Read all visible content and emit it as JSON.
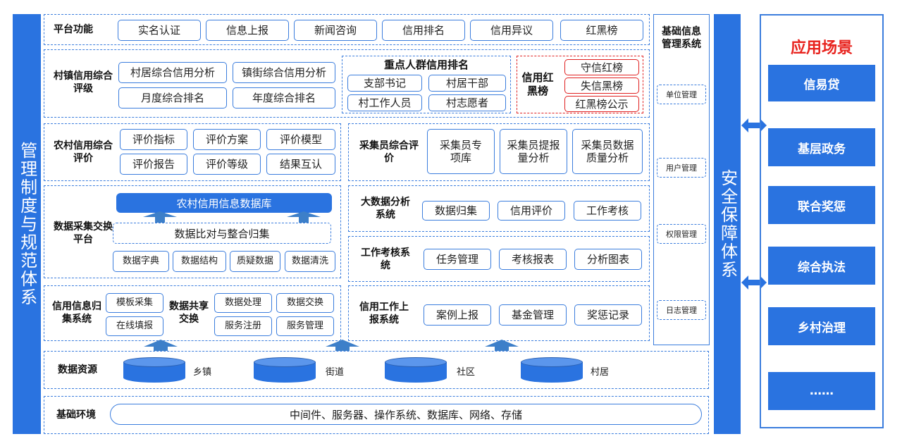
{
  "left_bar": "管理制度与规范体系",
  "security_bar": "安全保障体系",
  "base_info": {
    "title": "基础信息管理系统",
    "items": [
      "单位管理",
      "用户管理",
      "权限管理",
      "日志管理"
    ]
  },
  "scenes": {
    "title": "应用场景",
    "items": [
      "信易贷",
      "基层政务",
      "联合奖惩",
      "综合执法",
      "乡村治理",
      "……"
    ]
  },
  "platform": {
    "label": "平台功能",
    "items": [
      "实名认证",
      "信息上报",
      "新闻咨询",
      "信用排名",
      "信用异议",
      "红黑榜"
    ]
  },
  "village_eval": {
    "label": "村镇信用综合评级",
    "items": [
      "村居综合信用分析",
      "镇街综合信用分析",
      "月度综合排名",
      "年度综合排名"
    ]
  },
  "key_groups": {
    "title": "重点人群信用排名",
    "items": [
      "支部书记",
      "村居干部",
      "村工作人员",
      "村志愿者"
    ]
  },
  "redblack": {
    "label": "信用红黑榜",
    "items": [
      "守信红榜",
      "失信黑榜",
      "红黑榜公示"
    ]
  },
  "rural_eval": {
    "label": "农村信用综合评价",
    "items": [
      "评价指标",
      "评价方案",
      "评价模型",
      "评价报告",
      "评价等级",
      "结果互认"
    ]
  },
  "collector": {
    "label": "采集员综合评价",
    "items": [
      "采集员专项库",
      "采集员提报量分析",
      "采集员数据质量分析"
    ]
  },
  "exchange": {
    "label": "数据采集交换平台",
    "db": "农村信用信息数据库",
    "compare": "数据比对与整合归集",
    "items": [
      "数据字典",
      "数据结构",
      "质疑数据",
      "数据清洗"
    ]
  },
  "bigdata": {
    "label": "大数据分析系统",
    "items": [
      "数据归集",
      "信用评价",
      "工作考核"
    ]
  },
  "work_exam": {
    "label": "工作考核系统",
    "items": [
      "任务管理",
      "考核报表",
      "分析图表"
    ]
  },
  "collect_sys": {
    "label": "信用信息归集系统",
    "items": [
      "模板采集",
      "在线填报"
    ],
    "share_label": "数据共享交换",
    "share_items": [
      "数据处理",
      "数据交换",
      "服务注册",
      "服务管理"
    ]
  },
  "report_sys": {
    "label": "信用工作上报系统",
    "items": [
      "案例上报",
      "基金管理",
      "奖惩记录"
    ]
  },
  "resources": {
    "label": "数据资源",
    "items": [
      "乡镇",
      "街道",
      "社区",
      "村居"
    ]
  },
  "env": {
    "label": "基础环境",
    "text": "中间件、服务器、操作系统、数据库、网络、存储"
  },
  "colors": {
    "primary": "#2a73e0",
    "red": "#e02020",
    "title_red": "#e8231e"
  }
}
